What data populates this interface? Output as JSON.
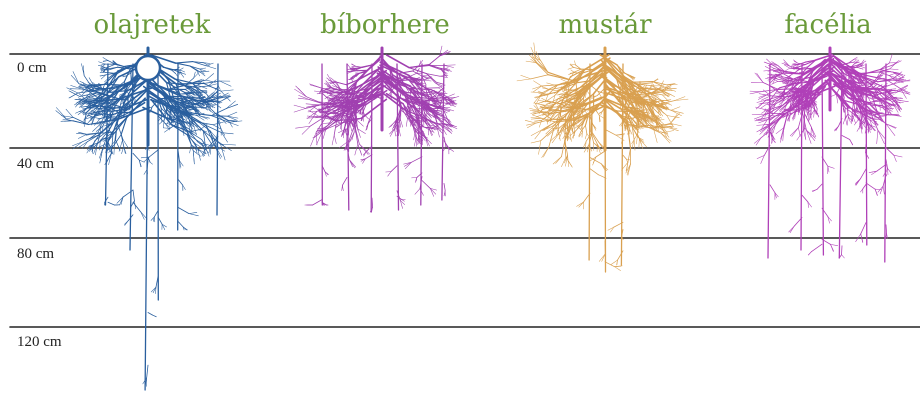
{
  "plants": [
    {
      "name": "olajretek",
      "color": "#2a5f9e"
    },
    {
      "name": "bíborhere",
      "color": "#a040b0"
    },
    {
      "name": "mustár",
      "color": "#d9a050"
    },
    {
      "name": "facélia",
      "color": "#b040b8"
    }
  ],
  "depths": [
    "0 cm",
    "40 cm",
    "80 cm",
    "120 cm"
  ],
  "colors": {
    "title": "#6a9a3a",
    "line": "#222222"
  }
}
